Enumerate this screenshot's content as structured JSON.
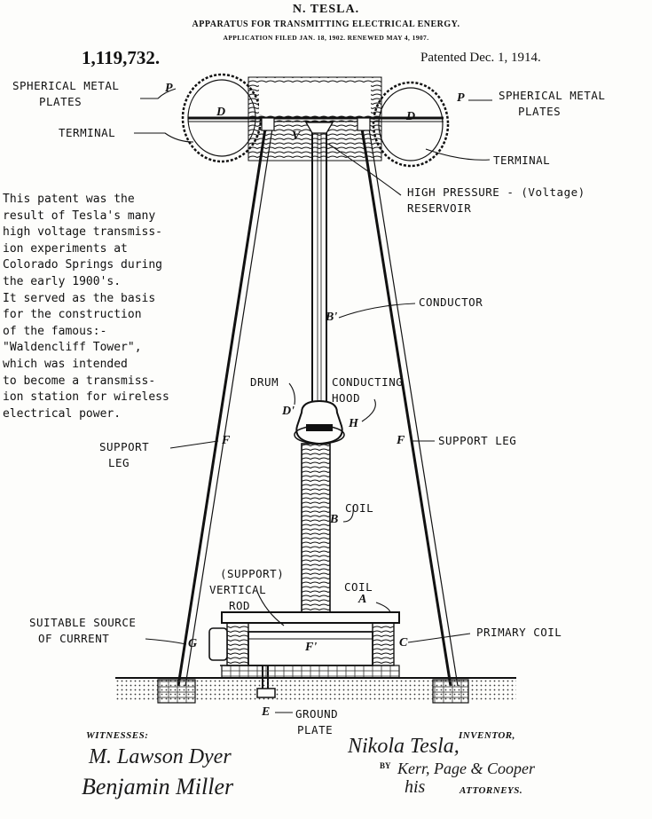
{
  "header": {
    "name": "N. TESLA.",
    "title": "APPARATUS FOR TRANSMITTING ELECTRICAL ENERGY.",
    "application": "APPLICATION FILED JAN. 18, 1902. RENEWED MAY 4, 1907.",
    "patent_number": "1,119,732.",
    "patented": "Patented Dec. 1, 1914."
  },
  "labels": {
    "spherical_left": [
      "SPHERICAL METAL",
      "PLATES"
    ],
    "spherical_right": [
      "SPHERICAL METAL",
      "PLATES"
    ],
    "terminal_left": "TERMINAL",
    "terminal_right": "TERMINAL",
    "reservoir": [
      "HIGH PRESSURE - (Voltage)",
      "RESERVOIR"
    ],
    "conductor": "CONDUCTOR",
    "drum": "DRUM",
    "conducting_hood": [
      "CONDUCTING",
      "HOOD"
    ],
    "support_leg_left": [
      "SUPPORT",
      "LEG"
    ],
    "support_leg_right": "SUPPORT LEG",
    "coil_upper": "COIL",
    "support_rod": [
      "(SUPPORT)",
      "VERTICAL",
      "ROD"
    ],
    "coil_lower": "COIL",
    "source": [
      "SUITABLE SOURCE",
      "OF  CURRENT"
    ],
    "primary_coil": "PRIMARY COIL",
    "ground_plate": [
      "GROUND",
      "PLATE"
    ]
  },
  "letters": {
    "P_left": "P",
    "P_right": "P",
    "D_left": "D",
    "D_right": "D",
    "V": "V",
    "B_prime": "B'",
    "D_prime": "D'",
    "H": "H",
    "F_left": "F",
    "F_right": "F",
    "B": "B",
    "A": "A",
    "G": "G",
    "F_prime": "F'",
    "C": "C",
    "E": "E"
  },
  "note_lines": [
    "This patent was the",
    "result of Tesla's many",
    "high voltage transmiss-",
    "ion experiments at",
    "Colorado Springs during",
    "the early 1900's.",
    "It served as the basis",
    "for the construction",
    "of the famous:-",
    "\"Waldencliff Tower\",",
    "which was intended",
    "to become a transmiss-",
    "ion station for wireless",
    "electrical power."
  ],
  "footer": {
    "witnesses": "WITNESSES:",
    "inventor": "INVENTOR,",
    "by": "BY",
    "attorneys": "ATTORNEYS.",
    "sig_witness1": "M. Lawson Dyer",
    "sig_witness2": "Benjamin Miller",
    "sig_inventor": "Nikola Tesla,",
    "sig_attorneys": "Kerr, Page & Cooper",
    "sig_his": "his"
  }
}
